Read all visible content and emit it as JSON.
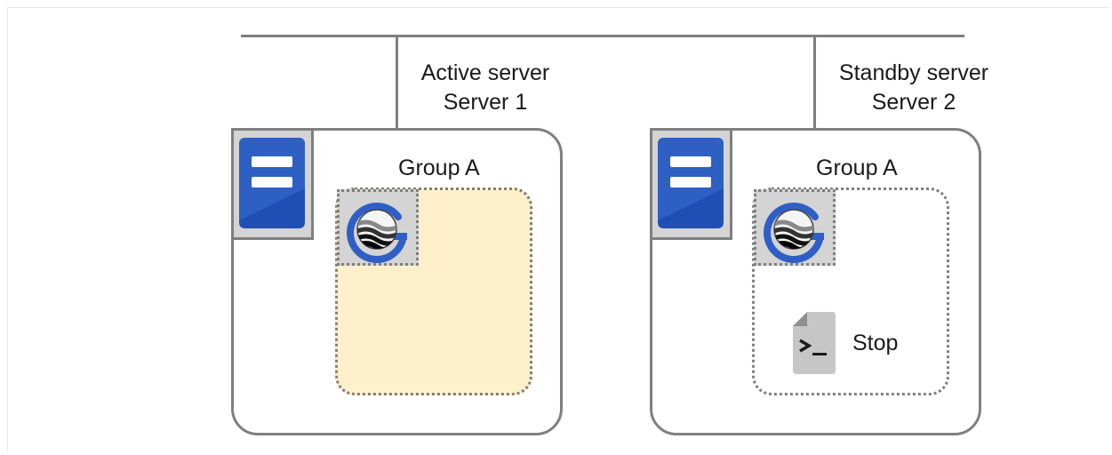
{
  "colors": {
    "line": "#7f7f7f",
    "server_blue": "#1f4fb4",
    "active_group_fill": "#fff0cc",
    "icon_frame": "#d4d4d4",
    "logo_blue": "#2f5fc6"
  },
  "servers": [
    {
      "role": "Active server",
      "name": "Server 1",
      "group_label": "Group A",
      "state": "active",
      "icon": "server-icon"
    },
    {
      "role": "Standby server",
      "name": "Server 2",
      "group_label": "Group A",
      "state": "standby",
      "icon": "server-icon",
      "script": {
        "label": "Stop",
        "icon": "script-icon"
      }
    }
  ]
}
